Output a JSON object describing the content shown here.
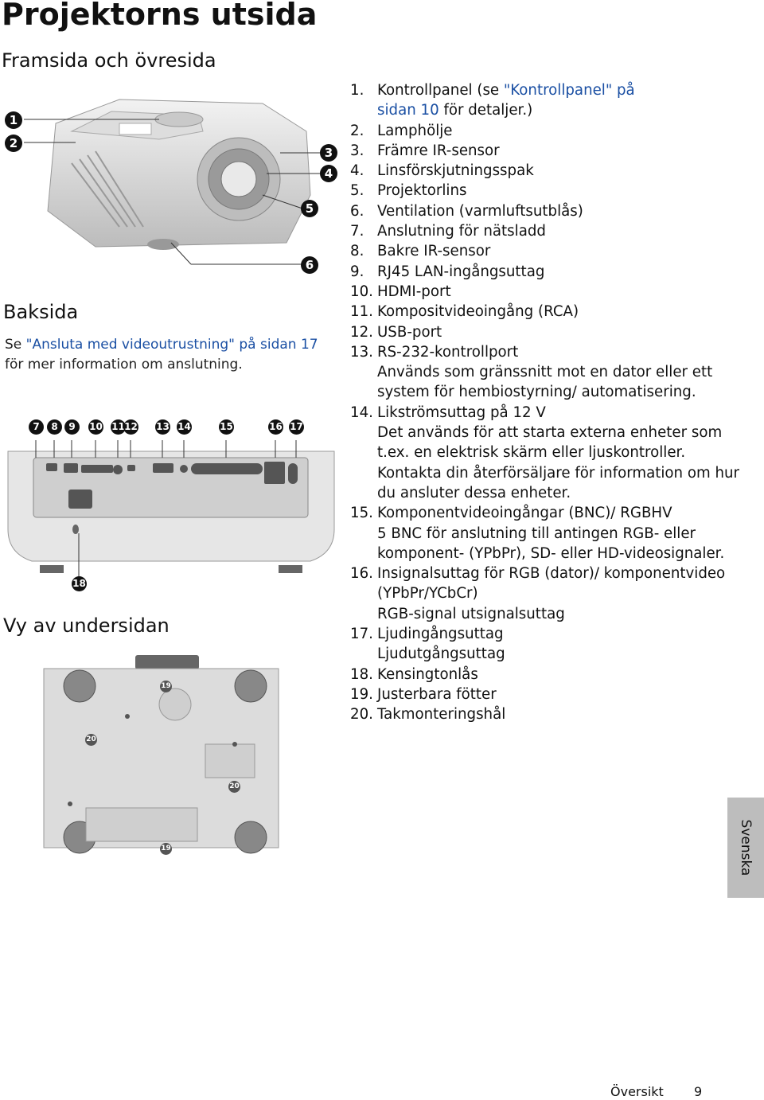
{
  "page": {
    "title": "Projektorns utsida",
    "sections": {
      "front": "Framsida och övresida",
      "back": "Baksida",
      "bottom": "Vy av undersidan"
    },
    "back_note": {
      "line1_before_link": "Se ",
      "line1_link": "\"Ansluta med videoutrustning\" på sidan 17",
      "line2": "för mer information om anslutning."
    },
    "legend": [
      {
        "num": "1.",
        "text_parts": [
          "Kontrollpanel (se ",
          "\"Kontrollpanel\" på",
          "sidan 10",
          " för detaljer.)"
        ]
      },
      {
        "num": "2.",
        "text": "Lamphölje"
      },
      {
        "num": "3.",
        "text": "Främre IR-sensor"
      },
      {
        "num": "4.",
        "text": "Linsförskjutningsspak"
      },
      {
        "num": "5.",
        "text": "Projektorlins"
      },
      {
        "num": "6.",
        "text": "Ventilation (varmluftsutblås)"
      },
      {
        "num": "7.",
        "text": "Anslutning för nätsladd"
      },
      {
        "num": "8.",
        "text": "Bakre IR-sensor"
      },
      {
        "num": "9.",
        "text": "RJ45 LAN-ingångsuttag"
      },
      {
        "num": "10.",
        "text": "HDMI-port"
      },
      {
        "num": "11.",
        "text": "Kompositvideoingång (RCA)"
      },
      {
        "num": "12.",
        "text": "USB-port"
      },
      {
        "num": "13.",
        "text": "RS-232-kontrollport",
        "sub": "Används som gränssnitt mot en dator eller ett system för hembiostyrning/ automatisering."
      },
      {
        "num": "14.",
        "text": "Likströmsuttag på 12 V",
        "sub": "Det används för att starta externa enheter som t.ex. en elektrisk skärm eller ljuskontroller. Kontakta din återförsäljare för information om hur du ansluter dessa enheter."
      },
      {
        "num": "15.",
        "text": "Komponentvideoingångar (BNC)/ RGBHV",
        "sub": "5 BNC för anslutning till antingen RGB- eller komponent- (YPbPr), SD- eller HD-videosignaler."
      },
      {
        "num": "16.",
        "text": "Insignalsuttag för RGB (dator)/ komponentvideo (YPbPr/YCbCr)",
        "sub": "RGB-signal utsignalsuttag"
      },
      {
        "num": "17.",
        "text": "Ljudingångsuttag",
        "sub": "Ljudutgångsuttag"
      },
      {
        "num": "18.",
        "text": "Kensingtonlås"
      },
      {
        "num": "19.",
        "text": "Justerbara fötter"
      },
      {
        "num": "20.",
        "text": "Takmonteringshål"
      }
    ],
    "callouts_front": [
      "1",
      "2",
      "3",
      "4",
      "5",
      "6"
    ],
    "callouts_back": [
      "7",
      "8",
      "9",
      "10",
      "11",
      "12",
      "13",
      "14",
      "15",
      "16",
      "17",
      "18"
    ],
    "callouts_bottom": [
      "19",
      "20",
      "19",
      "20"
    ],
    "side_tab": "Svenska",
    "footer": {
      "label": "Översikt",
      "page_number": "9"
    },
    "colors": {
      "link": "#1a4fa3",
      "tab": "#bdbdbd"
    }
  }
}
